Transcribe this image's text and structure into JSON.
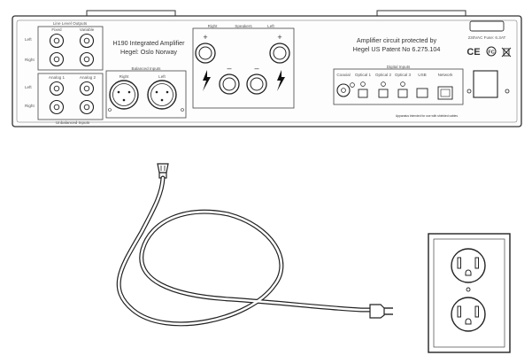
{
  "colors": {
    "line": "#333333",
    "panel_fill": "#fdfdfd",
    "background": "#ffffff"
  },
  "panel": {
    "line_level_outputs": "Line Level Outputs",
    "fixed": "Fixed",
    "variable": "Variable",
    "left": "Left",
    "right": "Right",
    "unbalanced_inputs": "Unbalanced Inputs",
    "analog1": "Analog 1",
    "analog2": "Analog 2",
    "balanced_inputs": "Balanced Inputs",
    "model": "H190 Integrated Amplifier",
    "maker": "Hegel: Oslo Norway",
    "speakers": "Speakers",
    "patent1": "Amplifier circuit protected by",
    "patent2": "Hegel US Patent No 6.275.104",
    "digital_inputs": "Digital Inputs",
    "coaxial": "Coaxial",
    "optical1": "Optical 1",
    "optical2": "Optical 2",
    "optical3": "Optical 3",
    "usb": "USB",
    "network": "Network",
    "power_rating": "230VAC  Fuse: 6.3AT",
    "ce": "CE",
    "fcc": "FC",
    "footnote": "Apparatus intended for use with shielded cables"
  },
  "icons": [
    "xlr-connector-icon",
    "rca-jack-icon",
    "lightning-icon",
    "weee-bin-icon",
    "power-plug-icon",
    "wall-outlet-icon"
  ]
}
